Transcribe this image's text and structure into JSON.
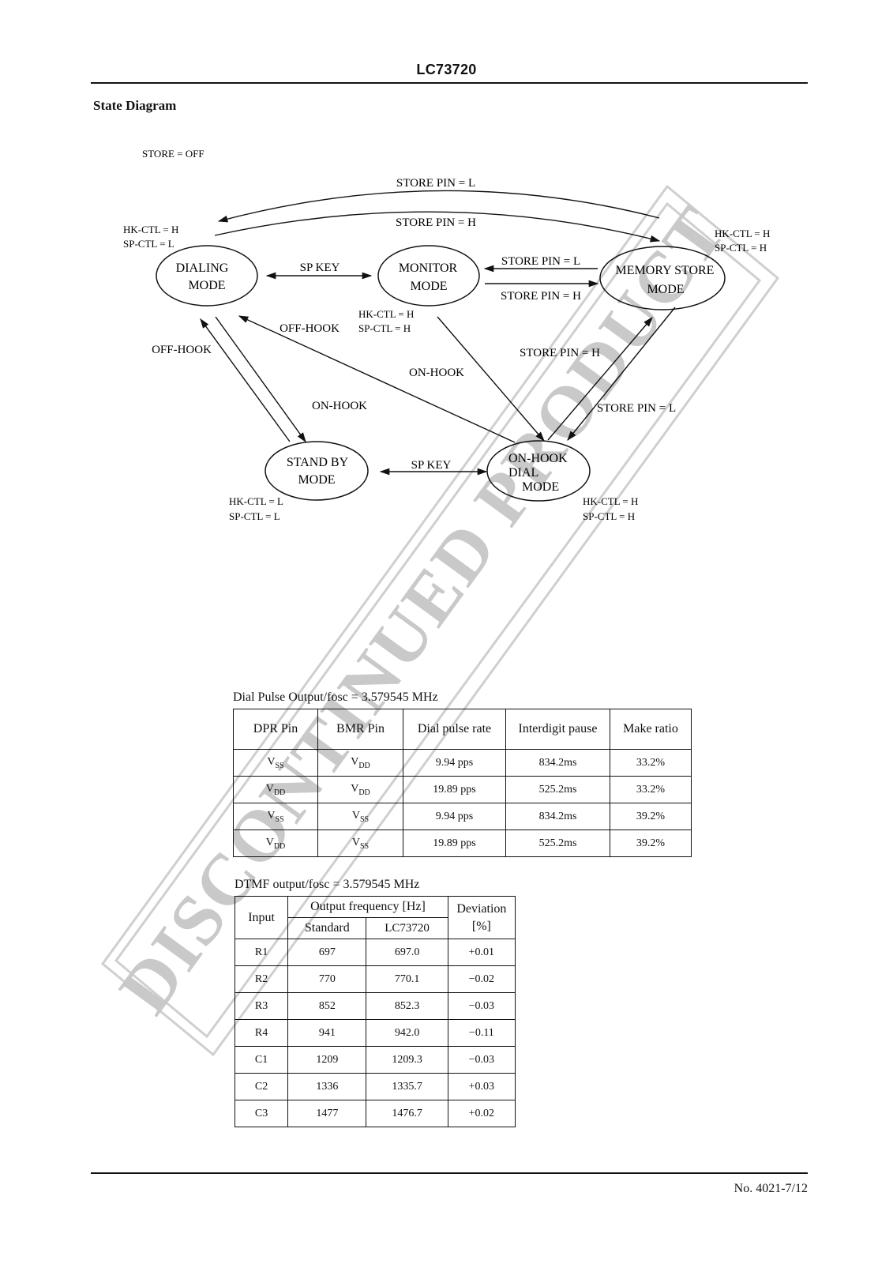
{
  "header": {
    "title": "LC73720"
  },
  "section": {
    "title": "State Diagram"
  },
  "diagram": {
    "store_state": "STORE = OFF",
    "states": {
      "dialing": {
        "line1": "DIALING",
        "line2": "MODE",
        "hk": "HK-CTL = H",
        "sp": "SP-CTL = L"
      },
      "monitor": {
        "line1": "MONITOR",
        "line2": "MODE",
        "hk": "HK-CTL = H",
        "sp": "SP-CTL = H"
      },
      "memory_store": {
        "line1": "MEMORY STORE",
        "line2": "MODE",
        "hk": "HK-CTL = H",
        "sp": "SP-CTL = H"
      },
      "standby": {
        "line1": "STAND BY",
        "line2": "MODE",
        "hk": "HK-CTL = L",
        "sp": "SP-CTL = L"
      },
      "onhook_dial": {
        "line1": "ON-HOOK",
        "line2": "DIAL",
        "line3": "MODE",
        "hk": "HK-CTL = H",
        "sp": "SP-CTL = H"
      }
    },
    "transitions": {
      "memory_to_dialing": "STORE PIN = L",
      "dialing_to_memory": "STORE PIN = H",
      "dialing_monitor": "SP KEY",
      "memory_to_monitor": "STORE PIN = L",
      "monitor_to_memory": "STORE PIN = H",
      "standby_to_dialing": "OFF-HOOK",
      "dialing_to_standby": "ON-HOOK",
      "onhook_to_dialing": "OFF-HOOK",
      "monitor_to_onhook": "ON-HOOK",
      "onhook_to_memory": "STORE PIN = H",
      "memory_to_onhook": "STORE PIN = L",
      "standby_onhook": "SP KEY"
    }
  },
  "watermark": {
    "text": "DISCONTINUED PRODUCT",
    "color": "#c8c8c8"
  },
  "dial_pulse_table": {
    "caption": "Dial Pulse Output/fosc = 3.579545 MHz",
    "headers": [
      "DPR Pin",
      "BMR Pin",
      "Dial pulse rate",
      "Interdigit pause",
      "Make ratio"
    ],
    "rows": [
      {
        "dpr": "V",
        "dpr_sub": "SS",
        "bmr": "V",
        "bmr_sub": "DD",
        "rate": "9.94 pps",
        "pause": "834.2ms",
        "ratio": "33.2%"
      },
      {
        "dpr": "V",
        "dpr_sub": "DD",
        "bmr": "V",
        "bmr_sub": "DD",
        "rate": "19.89 pps",
        "pause": "525.2ms",
        "ratio": "33.2%"
      },
      {
        "dpr": "V",
        "dpr_sub": "SS",
        "bmr": "V",
        "bmr_sub": "SS",
        "rate": "9.94 pps",
        "pause": "834.2ms",
        "ratio": "39.2%"
      },
      {
        "dpr": "V",
        "dpr_sub": "DD",
        "bmr": "V",
        "bmr_sub": "SS",
        "rate": "19.89 pps",
        "pause": "525.2ms",
        "ratio": "39.2%"
      }
    ]
  },
  "dtmf_table": {
    "caption": "DTMF output/fosc = 3.579545 MHz",
    "headers": {
      "input": "Input",
      "output_frequency": "Output frequency [Hz]",
      "standard": "Standard",
      "lc73720": "LC73720",
      "deviation_line1": "Deviation",
      "deviation_line2": "[%]"
    },
    "rows": [
      {
        "input": "R1",
        "standard": "697",
        "lc73720": "697.0",
        "deviation": "+0.01"
      },
      {
        "input": "R2",
        "standard": "770",
        "lc73720": "770.1",
        "deviation": "−0.02"
      },
      {
        "input": "R3",
        "standard": "852",
        "lc73720": "852.3",
        "deviation": "−0.03"
      },
      {
        "input": "R4",
        "standard": "941",
        "lc73720": "942.0",
        "deviation": "−0.11"
      },
      {
        "input": "C1",
        "standard": "1209",
        "lc73720": "1209.3",
        "deviation": "−0.03"
      },
      {
        "input": "C2",
        "standard": "1336",
        "lc73720": "1335.7",
        "deviation": "+0.03"
      },
      {
        "input": "C3",
        "standard": "1477",
        "lc73720": "1476.7",
        "deviation": "+0.02"
      }
    ]
  },
  "footer": {
    "page_number": "No. 4021-7/12"
  }
}
